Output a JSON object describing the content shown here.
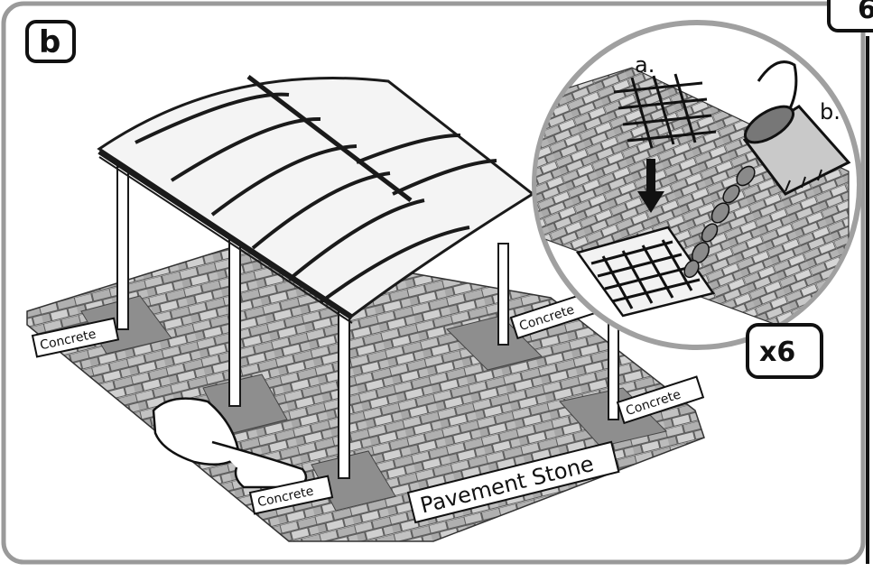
{
  "step": {
    "label": "b",
    "next_label": "6"
  },
  "labels": {
    "concrete": "Concrete",
    "pavement": "Pavement Stone"
  },
  "inset": {
    "mesh_label": "a.",
    "bucket_label": "b.",
    "multiplier": "x6"
  },
  "colors": {
    "frame": "#1a1a1a",
    "panel_border": "#9a9a9a",
    "paver_light": "#d4d4d4",
    "paver_dark": "#a8a8a8",
    "concrete_pad": "#8e8e8e",
    "roof": "#f4f4f4"
  }
}
